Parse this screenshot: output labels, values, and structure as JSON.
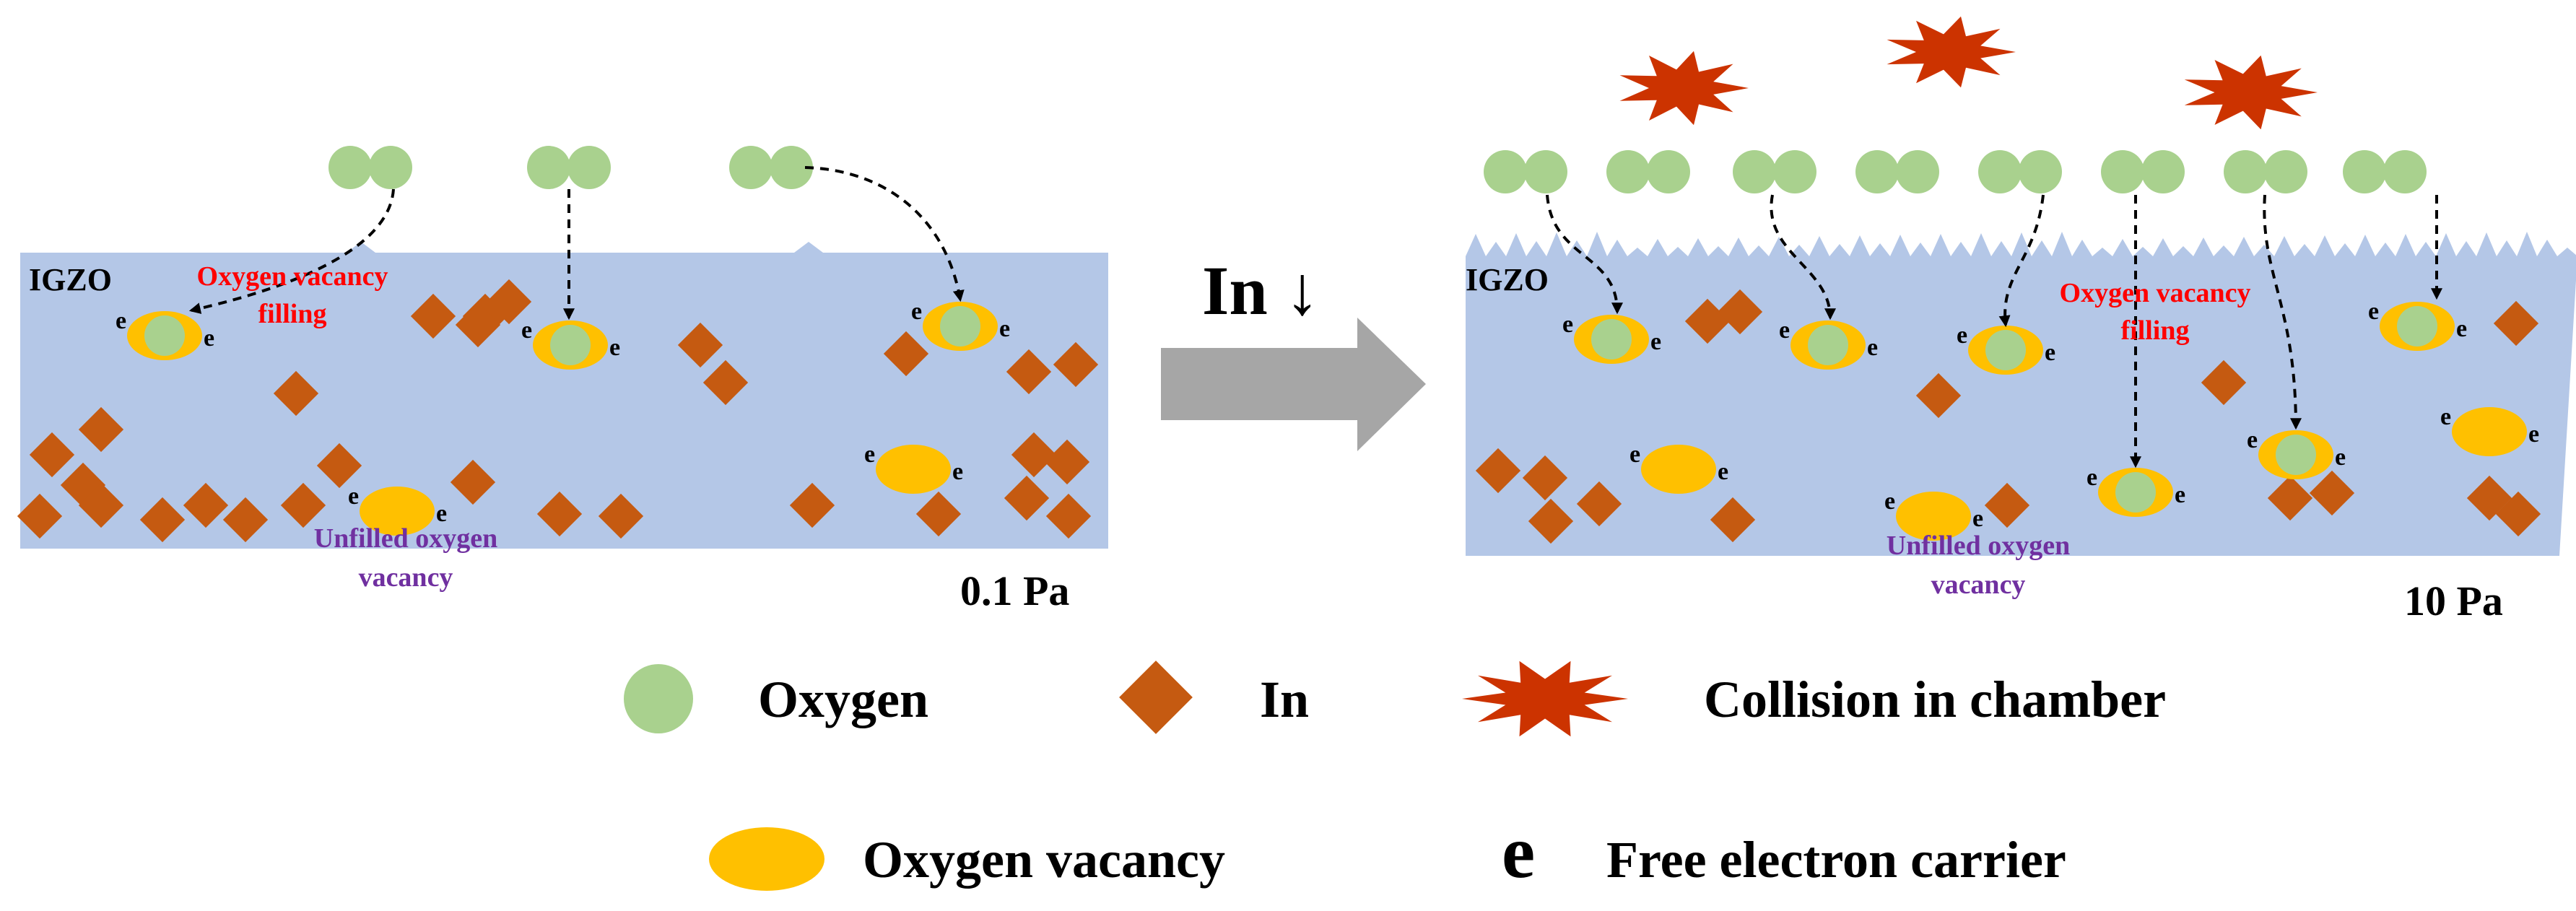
{
  "left_panel": {
    "layer_label": "IGZO",
    "filling_line1": "Oxygen vacancy",
    "filling_line2": "filling",
    "unfilled_line1": "Unfilled oxygen",
    "unfilled_line2": "vacancy",
    "pressure": "0.1 Pa"
  },
  "right_panel": {
    "layer_label": "IGZO",
    "filling_line1": "Oxygen vacancy",
    "filling_line2": "filling",
    "unfilled_line1": "Unfilled oxygen",
    "unfilled_line2": "vacancy",
    "pressure": "10 Pa"
  },
  "transition_label": "In ↓",
  "electron_symbol": "e",
  "legend": {
    "oxygen": "Oxygen",
    "in": "In",
    "collision": "Collision in chamber",
    "vacancy": "Oxygen vacancy",
    "electron_symbol": "e",
    "electron": "Free electron carrier"
  },
  "colors": {
    "oxygen": "#a9d18e",
    "in": "#c55a11",
    "vacancy": "#ffc000",
    "layer": "#b4c7e7",
    "collision": "#cc3300",
    "arrow": "#a6a6a6",
    "filling_text": "#ff0000",
    "unfilled_text": "#7030a0"
  }
}
